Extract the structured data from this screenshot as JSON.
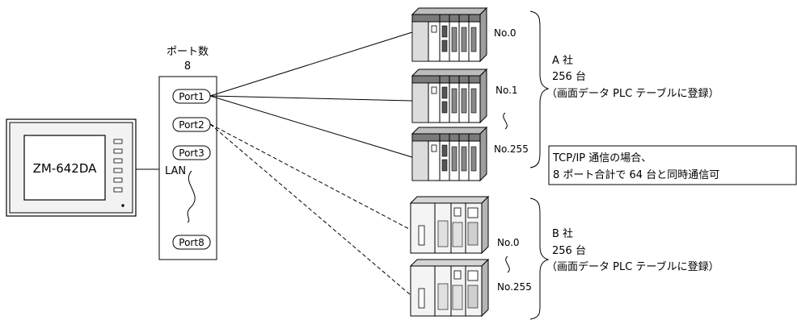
{
  "hmi": {
    "model": "ZM-642DA"
  },
  "port_count": {
    "title": "ポート数",
    "value": "8"
  },
  "lan_label": "LAN",
  "ports": [
    "Port1",
    "Port2",
    "Port3",
    "Port8"
  ],
  "company_a": {
    "name": "A 社",
    "count": "256 台",
    "note": "（画面データ PLC テーブルに登録）",
    "stations": [
      "No.0",
      "No.1",
      "No.255"
    ]
  },
  "company_b": {
    "name": "B 社",
    "count": "256 台",
    "note": "（画面データ PLC テーブルに登録）",
    "stations": [
      "No.0",
      "No.255"
    ]
  },
  "tcp_note": {
    "line1": "TCP/IP 通信の場合、",
    "line2": "8 ポート合計で 64 台と同時通信可"
  }
}
